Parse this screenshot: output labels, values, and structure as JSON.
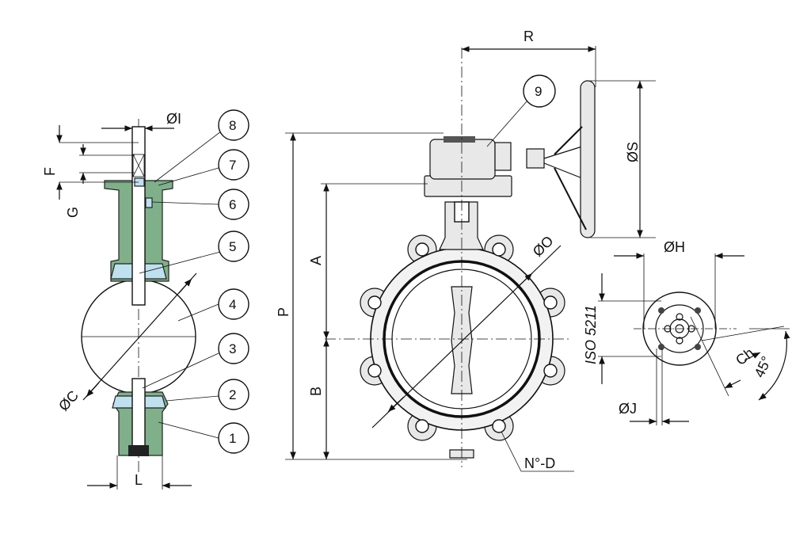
{
  "dimensions": {
    "R": "R",
    "S": "ØS",
    "H": "ØH",
    "P": "P",
    "A": "A",
    "B": "B",
    "O": "ØO",
    "I": "ØI",
    "F": "F",
    "G": "G",
    "L": "L",
    "C": "ØC",
    "J": "ØJ",
    "Ch": "Ch",
    "D": "N°-D",
    "iso": "ISO 5211",
    "angle": "45°"
  },
  "balloons": [
    "1",
    "2",
    "3",
    "4",
    "5",
    "6",
    "7",
    "8",
    "9"
  ],
  "colors": {
    "body_green": "#7fb08a",
    "seal_blue": "#bfe0ef"
  }
}
